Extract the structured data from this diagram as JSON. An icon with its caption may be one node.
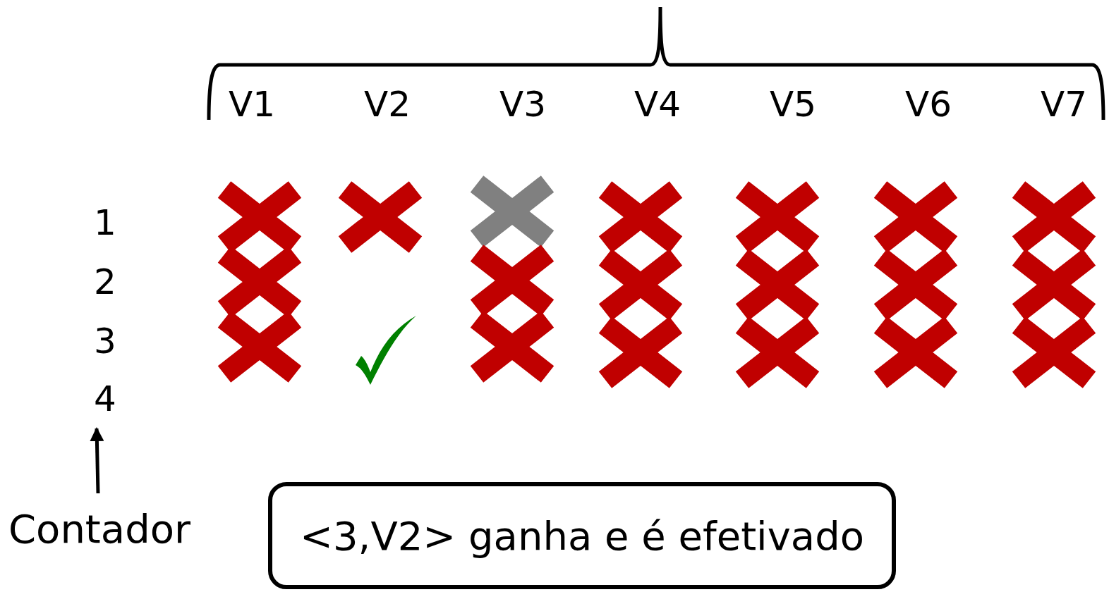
{
  "diagram": {
    "nodes": [
      {
        "text": [
          "Contador"
        ]
      },
      {
        "text": [
          "4"
        ]
      },
      {
        "text": [
          "<3,V2> ganha e é efetivado"
        ]
      }
    ],
    "edges": [
      {
        "from": 0,
        "to": 1,
        "arrow": "to"
      }
    ],
    "labels": [
      "V1",
      "V2",
      "V3",
      "V4",
      "V5",
      "V6",
      "V7",
      "1",
      "2",
      "3"
    ]
  }
}
